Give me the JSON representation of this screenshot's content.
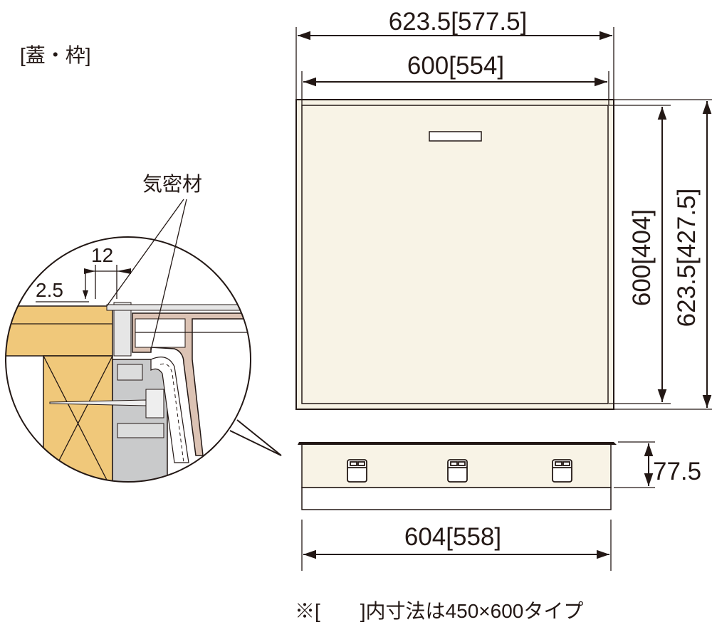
{
  "title": "[蓋・枠]",
  "detail": {
    "label_airtight": "気密材",
    "dim_gap": "12",
    "dim_step": "2.5"
  },
  "top_view": {
    "outer_width": "623.5[577.5]",
    "inner_width": "600[554]",
    "inner_height": "600[404]",
    "outer_height": "623.5[427.5]"
  },
  "side_view": {
    "height": "77.5",
    "width": "604[558]"
  },
  "note": "※[　　]内寸法は450×600タイプ",
  "colors": {
    "lid": "#f8f3e6",
    "wood": "#f0c87a",
    "frame_brown": "#dcc3b4",
    "profile_gray": "#c9cacb",
    "line": "#231815"
  }
}
